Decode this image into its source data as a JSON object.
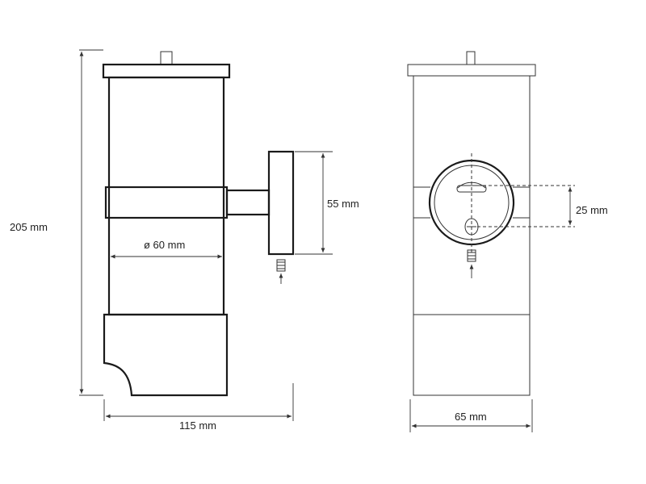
{
  "dimensions": {
    "height": "205 mm",
    "width_side": "115 mm",
    "diameter": "ø 60 mm",
    "plate_height": "55 mm",
    "width_front": "65 mm",
    "hole_spacing": "25 mm"
  },
  "colors": {
    "line": "#1a1a1a",
    "background": "#ffffff"
  }
}
